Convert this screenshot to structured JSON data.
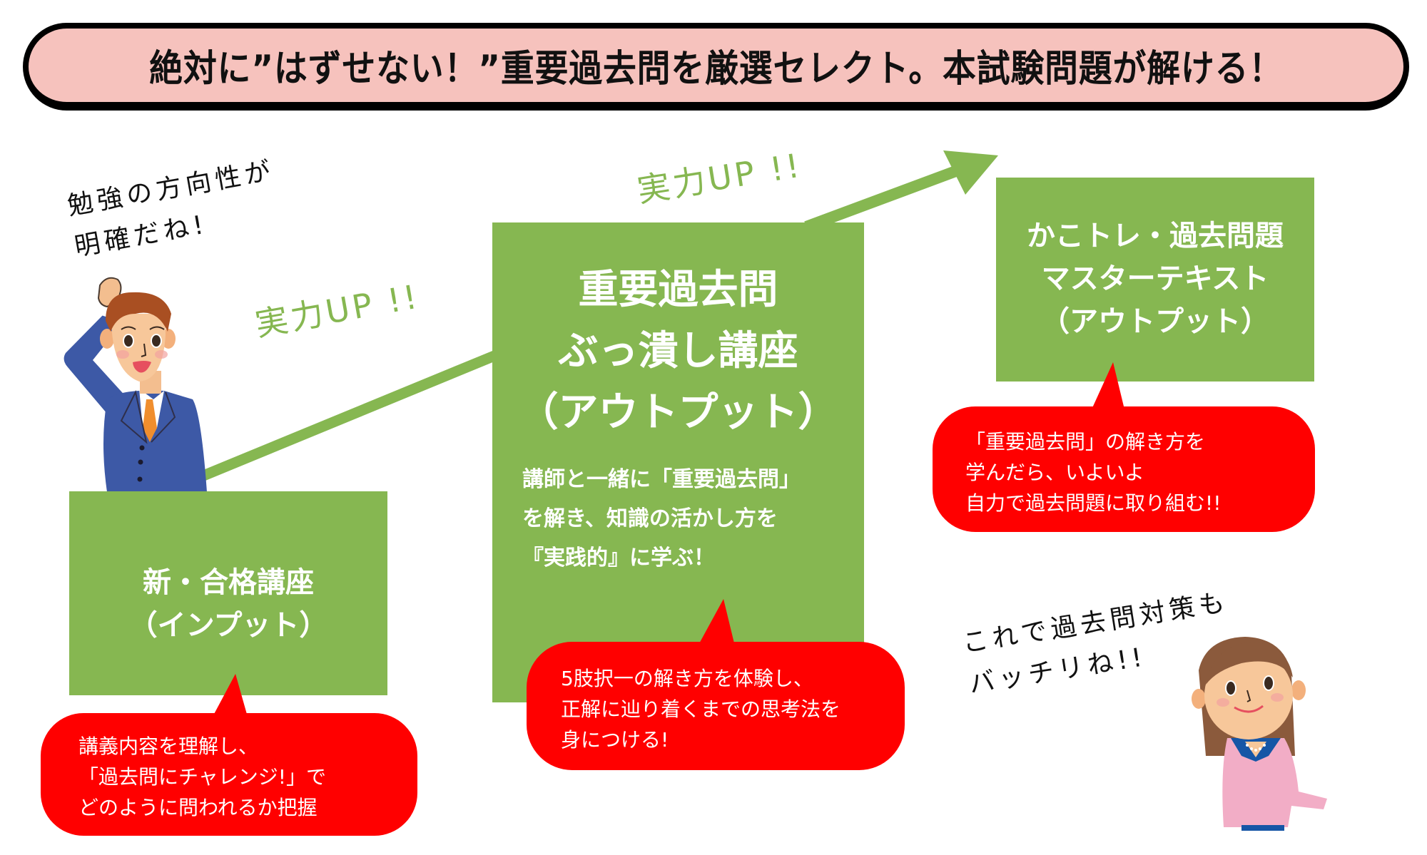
{
  "banner": {
    "title": "絶対に”はずせない！”重要過去問を厳選セレクト。本試験問題が解ける！"
  },
  "colors": {
    "banner_fill": "#f6c2bd",
    "banner_border": "#000000",
    "green": "#86b751",
    "red": "#ff0000",
    "text_dark": "#111111",
    "text_light": "#ffffff"
  },
  "characters": {
    "man": {
      "icon": "businessman-illustration-icon",
      "speech_lines": [
        "勉強の方向性が",
        "明確だね!"
      ]
    },
    "woman": {
      "icon": "businesswoman-illustration-icon",
      "speech_lines": [
        "これで過去問対策も",
        "バッチリね!!"
      ]
    }
  },
  "arrows": {
    "labels": [
      "実力UP !!",
      "実力UP !!"
    ]
  },
  "steps": [
    {
      "title_lines": [
        "新・合格講座",
        "（インプット）"
      ],
      "bubble_lines": [
        "講義内容を理解し、",
        "「過去問にチャレンジ!」で",
        "どのように問われるか把握"
      ]
    },
    {
      "title_lines": [
        "重要過去問",
        "ぶっ潰し講座",
        "（アウトプット）"
      ],
      "desc_lines": [
        "講師と一緒に「重要過去問」",
        "を解き、知識の活かし方を",
        "『実践的』に学ぶ！"
      ],
      "bubble_lines": [
        "5肢択一の解き方を体験し、",
        "正解に辿り着くまでの思考法を",
        "身につける!"
      ]
    },
    {
      "title_lines": [
        "かこトレ・過去問題",
        "マスターテキスト",
        "（アウトプット）"
      ],
      "bubble_lines": [
        "「重要過去問」の解き方を",
        "学んだら、いよいよ",
        "自力で過去問題に取り組む!!"
      ]
    }
  ]
}
